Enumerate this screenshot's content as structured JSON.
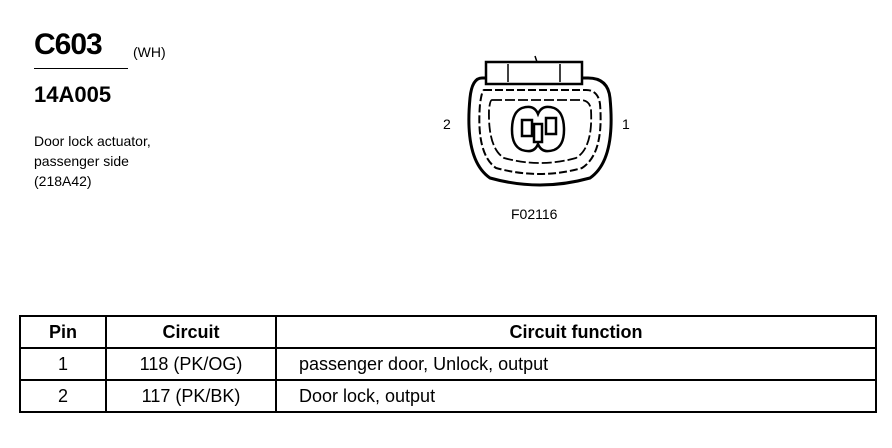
{
  "connector": {
    "id": "C603",
    "color": "(WH)",
    "part_number": "14A005",
    "description_lines": [
      "Door lock actuator,",
      "passenger side",
      "(218A42)"
    ],
    "figure_code": "F02116",
    "pin_label_left": "2",
    "pin_label_right": "1"
  },
  "table": {
    "headers": [
      "Pin",
      "Circuit",
      "Circuit function"
    ],
    "rows": [
      {
        "pin": "1",
        "circuit": "118 (PK/OG)",
        "function": "passenger door, Unlock, output"
      },
      {
        "pin": "2",
        "circuit": "117 (PK/BK)",
        "function": "Door lock, output"
      }
    ]
  }
}
